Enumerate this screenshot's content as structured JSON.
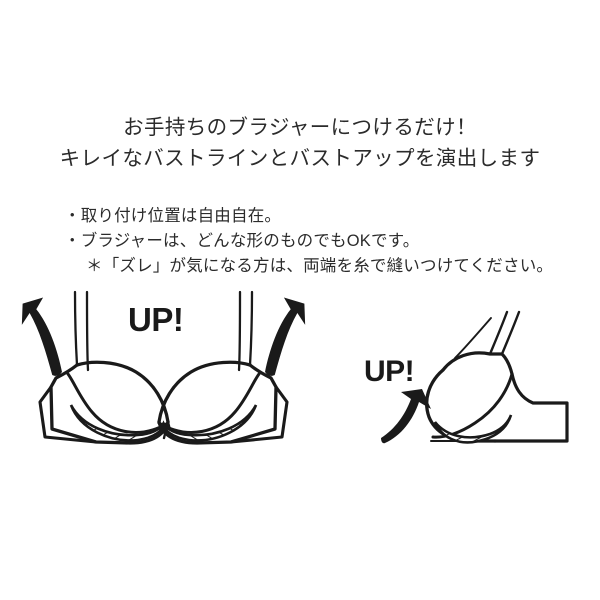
{
  "page": {
    "background_color": "#ffffff",
    "ink_color": "#231f20"
  },
  "headline": {
    "line_1": "お手持ちのブラジャーにつけるだけ！",
    "line_2": "キレイなバストラインとバストアップを演出します"
  },
  "bullets": {
    "item_1": "・取り付け位置は自由自在。",
    "item_2": "・ブラジャーは、どんな形のものでもOKです。",
    "item_3": "＊「ズレ」が気になる方は、両端を糸で縫いつけてください。"
  },
  "illustrations": {
    "front_view": {
      "caption": "UP!",
      "alt": "front view of a bra with two upward curved arrows and hatched lift inserts in both cups",
      "arrow_count": 2,
      "hatch_count": 2
    },
    "side_view": {
      "caption": "UP!",
      "alt": "side view of a bra with one upward curved arrow and a hatched lift insert",
      "arrow_count": 1,
      "hatch_count": 1
    }
  },
  "icons": {
    "arrow_up_left": "arrow-curved-up-left-icon",
    "arrow_up_right": "arrow-curved-up-right-icon",
    "hatched_insert": "hatched-insert-icon"
  }
}
